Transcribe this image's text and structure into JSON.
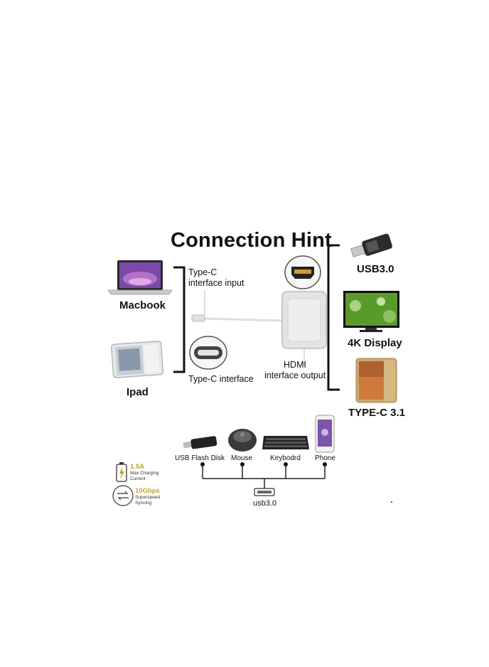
{
  "title": "Connection Hint",
  "left_devices": {
    "macbook": "Macbook",
    "ipad": "Ipad"
  },
  "adapter": {
    "input_label": "Type-C\ninterface input",
    "typec_label": "Type-C interface",
    "hdmi_label": "HDMI\ninterface output"
  },
  "right_devices": {
    "usb": "USB3.0",
    "display": "4K Display",
    "typec": "TYPE-C 3.1"
  },
  "hub_devices": [
    "USB Flash Disk",
    "Mouse",
    "Keybodrd",
    "Phone"
  ],
  "hub_port": "usb3.0",
  "specs": {
    "charging_value": "1.5A",
    "charging_desc": "Max Charging\nCurrent",
    "sync_value": "10Gbps",
    "sync_desc": "Superspeed\nSyncing"
  },
  "colors": {
    "bracket": "#111111",
    "accent_gold": "#c8a030"
  }
}
